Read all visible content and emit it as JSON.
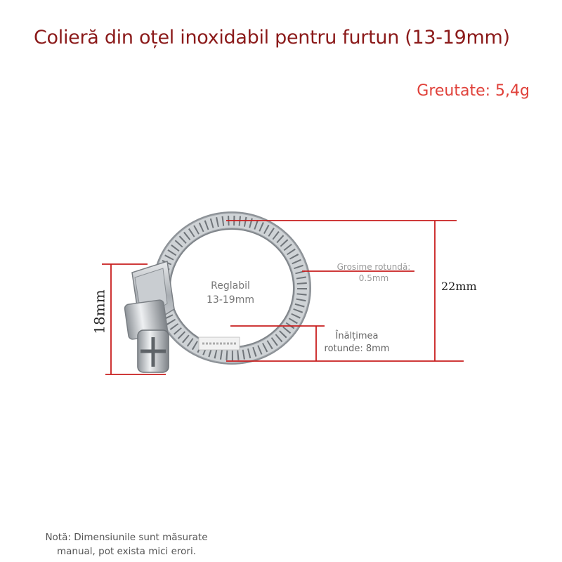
{
  "title": "Colieră din oțel inoxidabil pentru furtun (13-19mm)",
  "weight": "Greutate: 5,4g",
  "labels": {
    "adjustable_line1": "Reglabil",
    "adjustable_line2": "13-19mm",
    "thickness_line1": "Grosime rotundă:",
    "thickness_line2": "0.5mm",
    "height_line1": "Înălțimea",
    "height_line2": "rotunde: 8mm",
    "dim_22": "22mm",
    "dim_18": "18mm"
  },
  "note_line1": "Notă: Dimensiunile sunt măsurate",
  "note_line2": "manual, pot exista mici erori.",
  "colors": {
    "title": "#8b1a1a",
    "weight": "#e0413a",
    "dimension_lines": "#c81e1e",
    "steel": "#b8bcc0"
  },
  "icons": {
    "product": "hose-clamp-image"
  }
}
